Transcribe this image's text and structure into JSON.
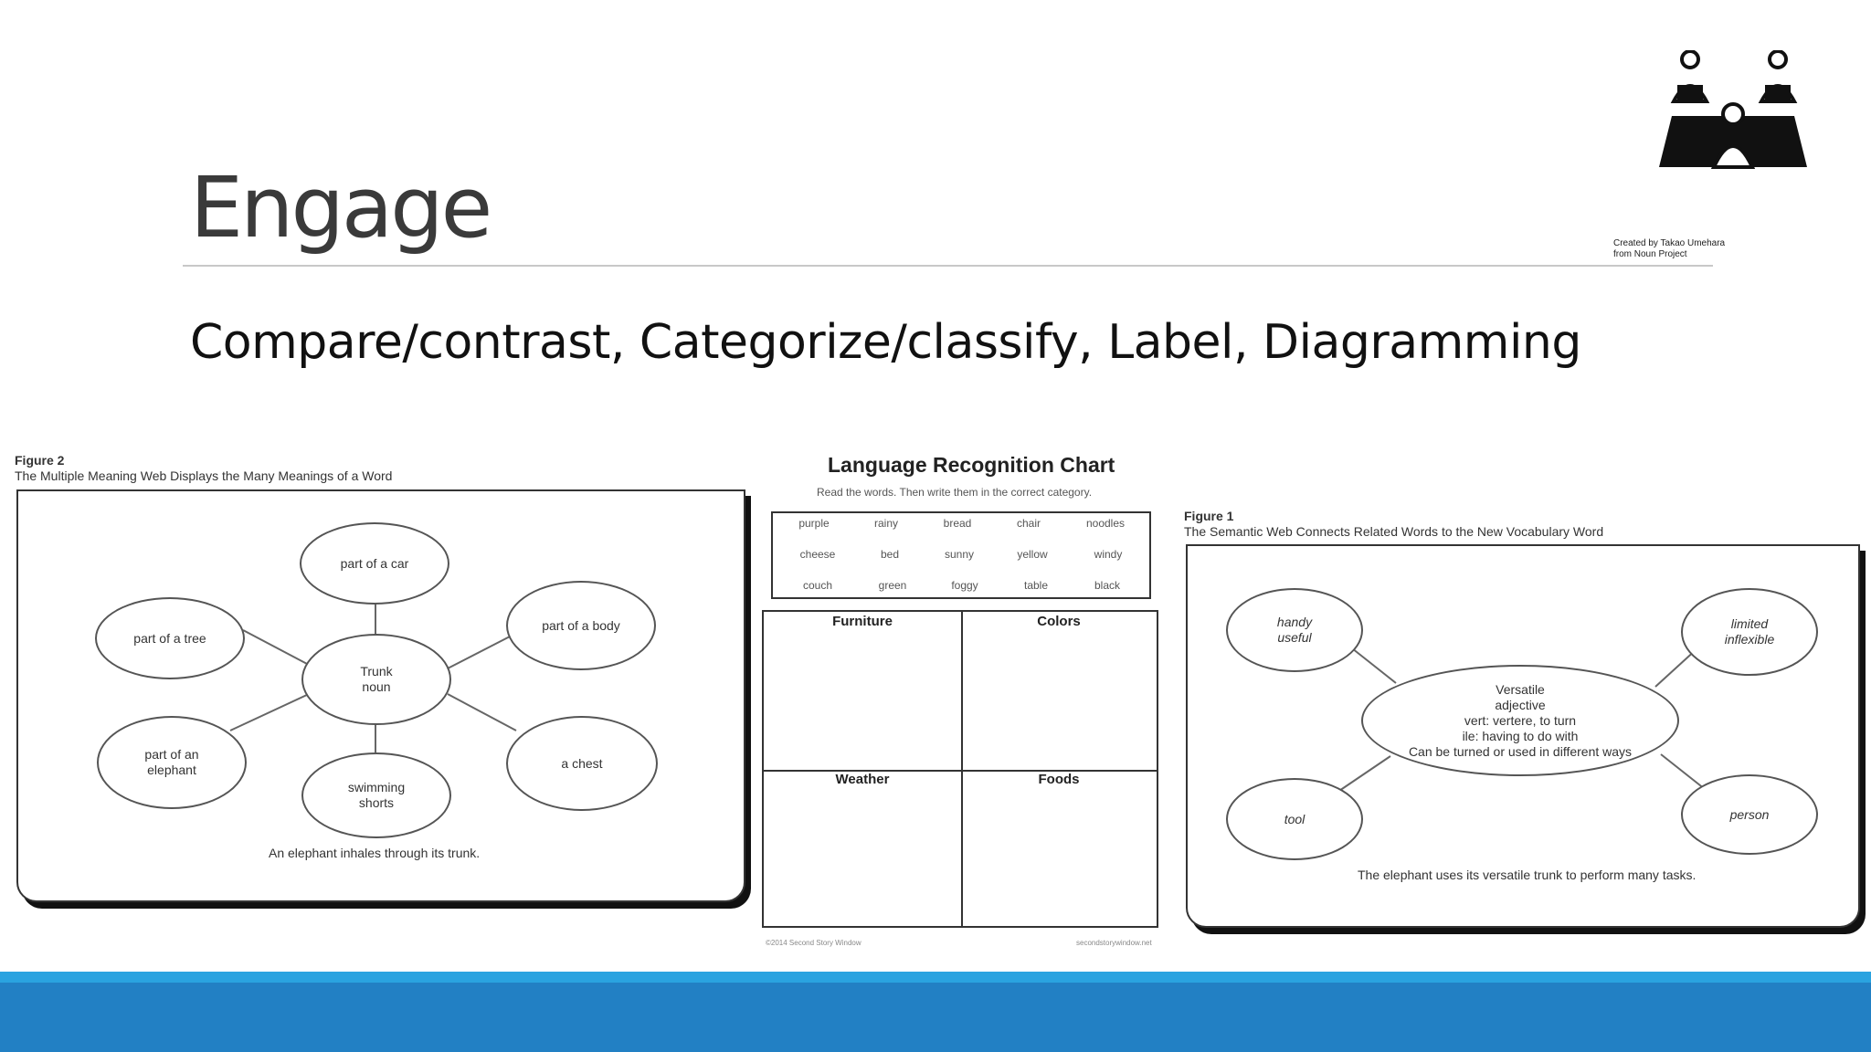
{
  "slide": {
    "title": "Engage",
    "subtitle": "Compare/contrast, Categorize/classify, Label, Diagramming",
    "credit_line1": "Created by Takao Umehara",
    "credit_line2": "from Noun Project",
    "logo_icon": "people-reading-icon"
  },
  "figure2": {
    "label": "Figure 2",
    "caption": "The Multiple Meaning Web Displays the Many Meanings of a Word",
    "center": "Trunk\nnoun",
    "nodes": {
      "top": "part of a car",
      "left_top": "part of a tree",
      "right_top": "part of a body",
      "left_bottom": "part of an\nelephant",
      "right_bottom": "a chest",
      "bottom": "swimming\nshorts"
    },
    "sentence": "An elephant inhales through its trunk."
  },
  "chart": {
    "title": "Language Recognition Chart",
    "instructions": "Read the words. Then write them in the correct category.",
    "word_rows": [
      [
        "purple",
        "rainy",
        "bread",
        "chair",
        "noodles"
      ],
      [
        "cheese",
        "bed",
        "sunny",
        "yellow",
        "windy"
      ],
      [
        "couch",
        "green",
        "foggy",
        "table",
        "black"
      ]
    ],
    "categories": [
      "Furniture",
      "Colors",
      "Weather",
      "Foods"
    ],
    "footer_left": "©2014 Second Story Window",
    "footer_right": "secondstorywindow.net"
  },
  "figure1": {
    "label": "Figure 1",
    "caption": "The Semantic Web Connects Related Words to the New Vocabulary Word",
    "center": "Versatile\nadjective\nvert: vertere, to turn\nile: having to do with\nCan be turned or used in different ways",
    "nodes": {
      "left_top": "handy\nuseful",
      "right_top": "limited\ninflexible",
      "left_bottom": "tool",
      "right_bottom": "person"
    },
    "sentence": "The elephant uses its versatile trunk to perform many tasks."
  },
  "colors": {
    "footer_light": "#2aa3e0",
    "footer_dark": "#2280c4",
    "title_gray": "#3a3a3a"
  }
}
